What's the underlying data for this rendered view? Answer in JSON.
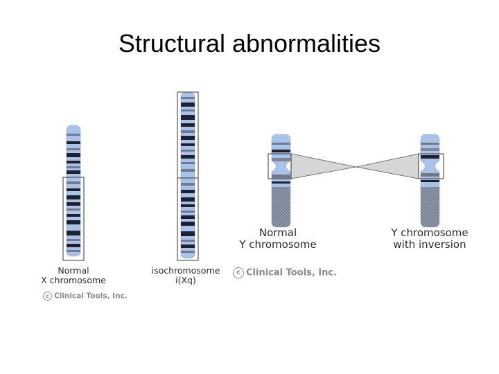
{
  "slide": {
    "title": "Structural abnormalities"
  },
  "captions": {
    "normal_x": [
      "Normal",
      "X chromosome"
    ],
    "isochromosome": [
      "isochromosome",
      "i(Xq)"
    ],
    "normal_y": [
      "Normal",
      "Y chromosome"
    ],
    "inverted_y": [
      "Y chromosome",
      "with inversion"
    ]
  },
  "copyright": {
    "symbol": "c",
    "text": "Clinical Tools, Inc."
  },
  "colors": {
    "chromatid": "#a9c3e8",
    "band_dark": "#1e2230",
    "band_gray": "#6f7a8c",
    "heterochromatin": "#7d8796",
    "outline_box": "#333333",
    "inversion_wedge": "#d6d6d6"
  },
  "icons": [
    "copyright-icon"
  ]
}
